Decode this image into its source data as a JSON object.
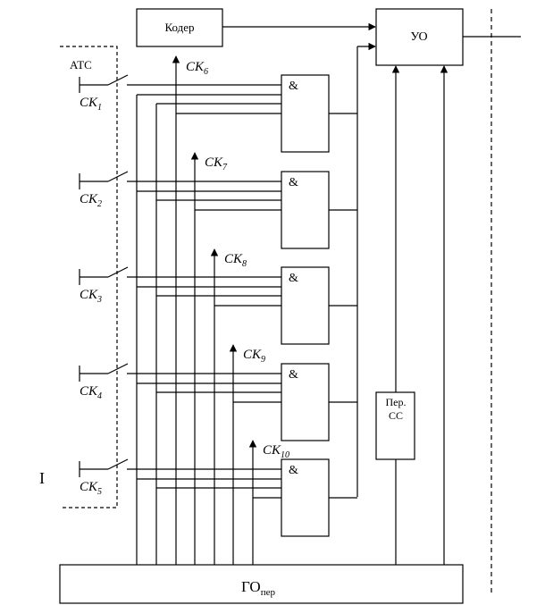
{
  "blocks": {
    "coder": "Кодер",
    "uo": "УО",
    "ats": "АТС",
    "per_ss_line1": "Пер.",
    "per_ss_line2": "СС",
    "go_main": "ГО",
    "go_sub": "пер",
    "and_symbol": "&"
  },
  "switches": [
    {
      "base": "СК",
      "sub": "1"
    },
    {
      "base": "СК",
      "sub": "2"
    },
    {
      "base": "СК",
      "sub": "3"
    },
    {
      "base": "СК",
      "sub": "4"
    },
    {
      "base": "СК",
      "sub": "5"
    }
  ],
  "outputs": [
    {
      "base": "СК",
      "sub": "6"
    },
    {
      "base": "СК",
      "sub": "7"
    },
    {
      "base": "СК",
      "sub": "8"
    },
    {
      "base": "СК",
      "sub": "9"
    },
    {
      "base": "СК",
      "sub": "10"
    }
  ],
  "stray_mark": "I"
}
